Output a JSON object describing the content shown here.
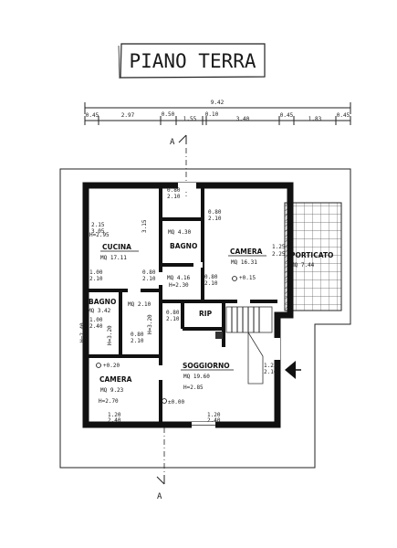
{
  "title": "PIANO TERRA",
  "dimensions": {
    "total": "9.42",
    "segments": [
      "0.45",
      "2.97",
      "0.50",
      "1.55",
      "0.10",
      "3.40",
      "0.45",
      "1.83",
      "0.45"
    ]
  },
  "section": {
    "top": "A",
    "bottom": "A"
  },
  "rooms": {
    "cucina": {
      "label": "CUCINA",
      "area": "MQ 17.11",
      "h": "H=2.95"
    },
    "bagno1": {
      "label": "BAGNO",
      "area": "MQ 4.30"
    },
    "bagno2": {
      "label": "BAGNO",
      "area": "MQ 3.42",
      "h": "H=2.40"
    },
    "camera1": {
      "label": "CAMERA",
      "area": "MQ 16.31"
    },
    "camera2": {
      "label": "CAMERA",
      "area": "MQ 9.23",
      "h": "H=2.70"
    },
    "soggiorno": {
      "label": "SOGGIORNO",
      "area": "MQ 19.60",
      "h": "H=2.85"
    },
    "portico": {
      "label": "PORTICATO",
      "area": "MQ 7.44"
    },
    "rip": {
      "label": "RIP"
    }
  },
  "annotations": {
    "a1": "0.80",
    "a2": "2.10",
    "a3": "2.15",
    "a4": "3.05",
    "a5": "3.15",
    "a6": "1.00",
    "a7": "2.10",
    "a8": "0.80",
    "a9": "2.10",
    "a10": "MQ 4.16",
    "a11": "H=2.30",
    "a12": "0.80",
    "a13": "2.10",
    "a14": "+0.15",
    "a15": "1.25",
    "a16": "2.25",
    "a17": "MQ 2.10",
    "a18": "0.80",
    "a19": "2.10",
    "a20": "H=3.20",
    "a21": "1.00",
    "a22": "2.40",
    "a23": "0.80",
    "a24": "2.10",
    "a25": "±0.00",
    "a26": "+0.20",
    "a27": "1.20",
    "a28": "2.40",
    "a29": "1.20",
    "a30": "2.40",
    "a31": "1.25",
    "a32": "2.10",
    "a33": "H=3.20",
    "a34": "0.80",
    "a35": "2.10"
  }
}
